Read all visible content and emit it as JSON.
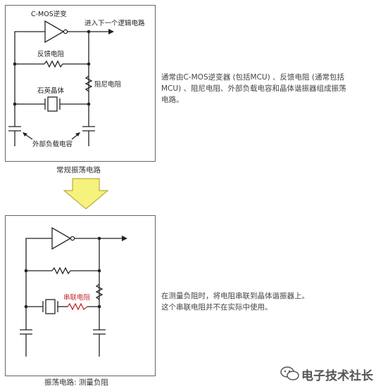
{
  "diagram1": {
    "inverter_label": "C-MOS逆变",
    "output_label": "进入下一个逻辑电路",
    "feedback_label": "反馈电阻",
    "damping_label": "阻尼电阻",
    "crystal_label": "石英晶体",
    "capacitor_label": "外部负载电容",
    "caption": "常规振荡电路"
  },
  "diagram2": {
    "series_label": "串联电阻",
    "caption": "振荡电路: 测量负阻"
  },
  "description1": [
    "通常由C-MOS逆变器 (包括MCU) 、反馈电阻 (通常包括",
    "MCU) 、阻尼电阻、外部负载电容和晶体谐振器组成振荡",
    "电路。"
  ],
  "description2": [
    "在测量负阻时，将电阻串联到晶体谐振器上。",
    "这个串联电阻并不在实际中使用。"
  ],
  "watermark": "电子技术社长",
  "colors": {
    "arrow_fill": "#f6f27e",
    "arrow_stroke": "#b9ad3a",
    "series_red": "#c0282d",
    "line": "#222222"
  }
}
